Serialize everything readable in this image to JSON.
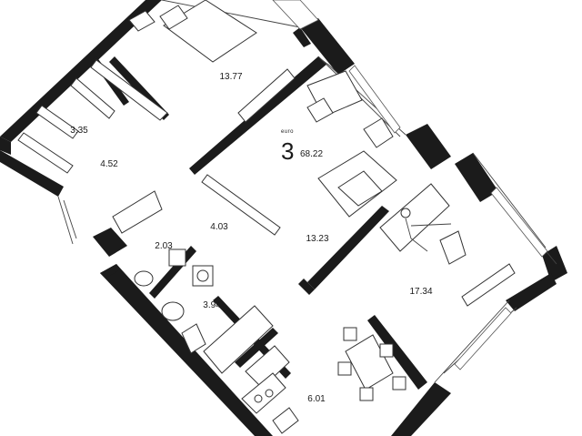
{
  "plan": {
    "type_label": "euro",
    "room_count": "3",
    "total_area": "68.22",
    "rooms": [
      {
        "id": "bedroom",
        "area": "13.77"
      },
      {
        "id": "wardrobe",
        "area": "3.35"
      },
      {
        "id": "hall",
        "area": "4.52"
      },
      {
        "id": "corridor",
        "area": "4.03"
      },
      {
        "id": "room",
        "area": "13.23"
      },
      {
        "id": "wc",
        "area": "2.03"
      },
      {
        "id": "bathroom",
        "area": "3.94"
      },
      {
        "id": "living",
        "area": "17.34"
      },
      {
        "id": "kitchen",
        "area": "6.01"
      }
    ]
  }
}
